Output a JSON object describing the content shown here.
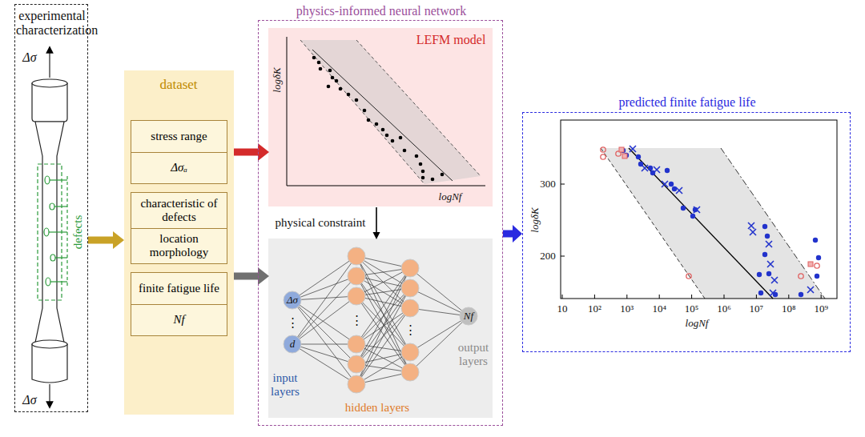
{
  "diagram": {
    "nodes": [
      {
        "text": [
          "experimental characterization"
        ]
      },
      {
        "text": [
          "dataset"
        ]
      },
      {
        "text": [
          "stress range",
          "Δσₐ"
        ],
        "in": 1
      },
      {
        "text": [
          "characteristic of defects",
          "location morphology"
        ],
        "in": 1
      },
      {
        "text": [
          "finite fatigue life",
          "Nf"
        ],
        "in": 1
      },
      {
        "text": [
          "physics-informed neural network"
        ]
      },
      {
        "text": [
          "LEFM model"
        ],
        "in": 5
      },
      {
        "text": [
          "input layers",
          "hidden layers",
          "output layers"
        ],
        "in": 5
      },
      {
        "text": [
          "predicted finite fatigue life"
        ]
      }
    ],
    "edges": [
      {
        "from": 0,
        "to": 1,
        "arrow": "to"
      },
      {
        "from": 1,
        "to": 6,
        "arrow": "to"
      },
      {
        "from": 1,
        "to": 7,
        "arrow": "to"
      },
      {
        "from": 6,
        "to": 7,
        "arrow": "to",
        "label": "physical constraint"
      },
      {
        "from": 5,
        "to": 8,
        "arrow": "to"
      }
    ],
    "labels": [
      "Δσ",
      "Δσ",
      "defects",
      "logδK",
      "logNf",
      "Δσ",
      "⋮",
      "d",
      "⋮",
      "⋮",
      "Nf",
      "300",
      "200",
      "10",
      "10²",
      "10³",
      "10⁴",
      "10⁵",
      "10⁶",
      "10⁷",
      "10⁸",
      "10⁹",
      "logδK",
      "logNf"
    ]
  }
}
